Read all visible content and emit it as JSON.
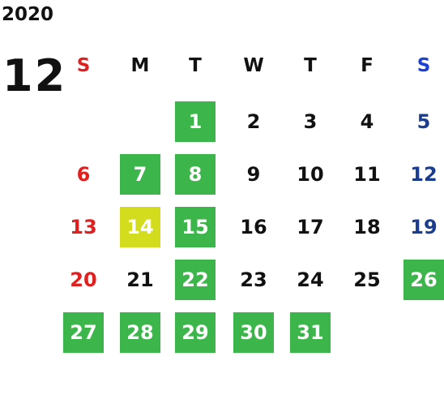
{
  "calendar": {
    "year": "2020",
    "month": "12",
    "weekdays": [
      {
        "label": "S",
        "color": "#e01f1f"
      },
      {
        "label": "M",
        "color": "#111111"
      },
      {
        "label": "T",
        "color": "#111111"
      },
      {
        "label": "W",
        "color": "#111111"
      },
      {
        "label": "T",
        "color": "#111111"
      },
      {
        "label": "F",
        "color": "#111111"
      },
      {
        "label": "S",
        "color": "#1c3fd6"
      }
    ],
    "colors": {
      "sunday": "#e01f1f",
      "saturday": "#1a3d8f",
      "weekday": "#111111",
      "highlight_green": "#3cb54a",
      "highlight_yellow": "#d4dc1e",
      "highlight_text": "#ffffff"
    },
    "weeks": [
      [
        null,
        null,
        {
          "day": "1",
          "highlight": "green"
        },
        {
          "day": "2"
        },
        {
          "day": "3"
        },
        {
          "day": "4"
        },
        {
          "day": "5"
        }
      ],
      [
        {
          "day": "6"
        },
        {
          "day": "7",
          "highlight": "green"
        },
        {
          "day": "8",
          "highlight": "green"
        },
        {
          "day": "9"
        },
        {
          "day": "10"
        },
        {
          "day": "11"
        },
        {
          "day": "12"
        }
      ],
      [
        {
          "day": "13"
        },
        {
          "day": "14",
          "highlight": "yellow"
        },
        {
          "day": "15",
          "highlight": "green"
        },
        {
          "day": "16"
        },
        {
          "day": "17"
        },
        {
          "day": "18"
        },
        {
          "day": "19"
        }
      ],
      [
        {
          "day": "20"
        },
        {
          "day": "21"
        },
        {
          "day": "22",
          "highlight": "green"
        },
        {
          "day": "23"
        },
        {
          "day": "24"
        },
        {
          "day": "25"
        },
        {
          "day": "26",
          "highlight": "green"
        }
      ],
      [
        {
          "day": "27",
          "highlight": "green"
        },
        {
          "day": "28",
          "highlight": "green"
        },
        {
          "day": "29",
          "highlight": "green"
        },
        {
          "day": "30",
          "highlight": "green"
        },
        {
          "day": "31",
          "highlight": "green"
        },
        null,
        null
      ]
    ]
  }
}
